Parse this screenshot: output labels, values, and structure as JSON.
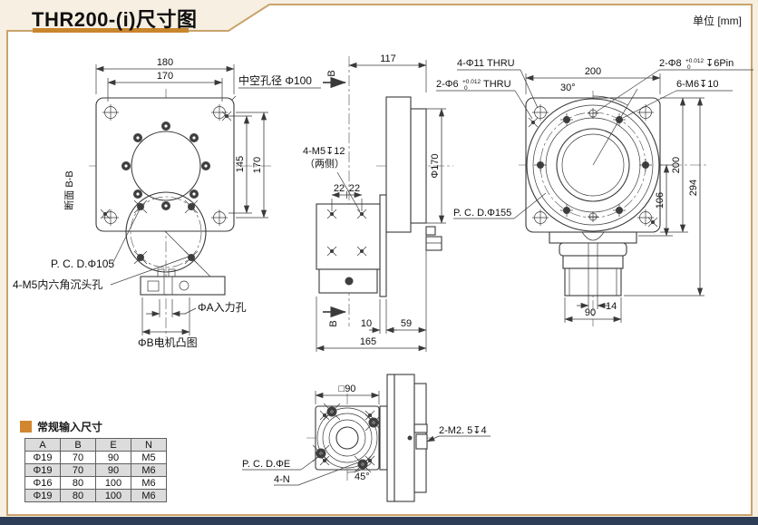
{
  "page": {
    "title": "THR200-(i)尺寸图",
    "unit_label": "单位 [mm]"
  },
  "front_view": {
    "dim_180": "180",
    "dim_170_top": "170",
    "dim_145": "145",
    "dim_170_right": "170",
    "label_hollow_bore": "中空孔径 Φ100",
    "label_section": "断面 B-B",
    "label_pcd105": "P. C. D.Φ105",
    "label_counterbore": "4-M5内六角沉头孔",
    "label_input_hole": "ΦA入力孔",
    "label_motor_boss": "ΦB电机凸图"
  },
  "side_view": {
    "dim_117": "117",
    "label_tap": "4-M5↧12",
    "label_tap_note": "（两侧）",
    "dim_22_left": "22",
    "dim_22_right": "22",
    "dim_dia170": "Φ170",
    "dim_10": "10",
    "dim_59": "59",
    "dim_165": "165",
    "section_b_top": "B",
    "section_b_bottom": "B"
  },
  "back_view": {
    "label_4_phi11": "4-Φ11 THRU",
    "label_2_phi6": "2-Φ6",
    "tol6_sup": "+0.012",
    "tol6_sub": "0",
    "label_2_phi6_suffix": "THRU",
    "label_2_phi8": "2-Φ8",
    "tol8_sup": "+0.012",
    "tol8_sub": "0",
    "label_2_phi8_suffix": "↧6Pin",
    "label_6_m6": "6-M6↧10",
    "dim_200_top": "200",
    "dim_30deg": "30°",
    "label_pcd155": "P. C. D.Φ155",
    "dim_106": "106",
    "dim_200_right": "200",
    "dim_294": "294",
    "dim_14": "14",
    "dim_90": "90"
  },
  "motor_view": {
    "dim_sq90": "□90",
    "label_pcde": "P. C. D.ΦE",
    "label_4n": "4-N",
    "dim_45deg": "45°",
    "label_m25": "2-M2. 5↧4"
  },
  "table": {
    "title": "常规输入尺寸",
    "headers": [
      "A",
      "B",
      "E",
      "N"
    ],
    "rows": [
      [
        "Φ19",
        "70",
        "90",
        "M5"
      ],
      [
        "Φ19",
        "70",
        "90",
        "M6"
      ],
      [
        "Φ16",
        "80",
        "100",
        "M6"
      ],
      [
        "Φ19",
        "80",
        "100",
        "M6"
      ]
    ]
  },
  "colors": {
    "accent_orange": "#d2862e",
    "frame_tan": "#c9a36b",
    "background_cream": "#f6efe2",
    "row_gray": "#dcdcdc",
    "footer_navy": "#2e3d57",
    "line": "#3a3a3a"
  }
}
